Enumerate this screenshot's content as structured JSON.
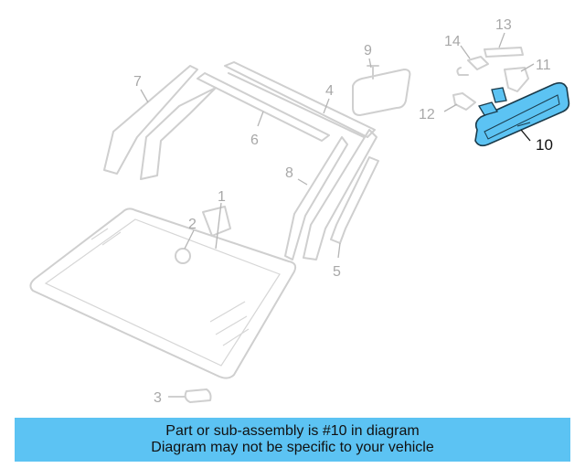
{
  "diagram": {
    "callouts": {
      "c1": "1",
      "c2": "2",
      "c3": "3",
      "c4": "4",
      "c5": "5",
      "c6": "6",
      "c7": "7",
      "c8": "8",
      "c9": "9",
      "c10": "10",
      "c11": "11",
      "c12": "12",
      "c13": "13",
      "c14": "14"
    },
    "highlighted_part": "10",
    "highlight_color": "#5cc3f3"
  },
  "banner": {
    "line1": "Part or sub-assembly is #10 in diagram",
    "line2": "Diagram may not be specific to your vehicle",
    "background": "#5cc3f3"
  }
}
